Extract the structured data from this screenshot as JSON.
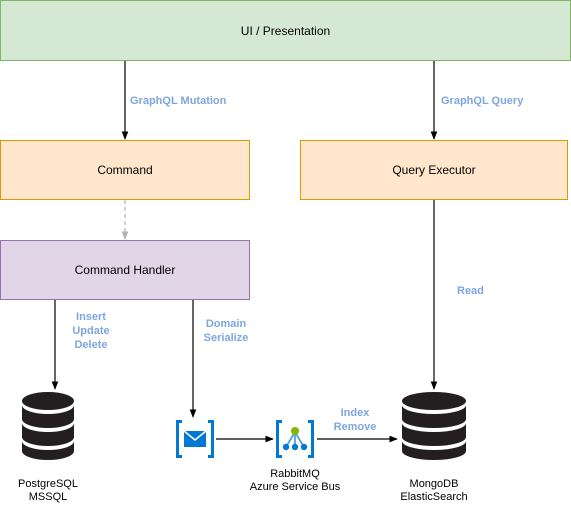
{
  "nodes": {
    "ui": "UI / Presentation",
    "command": "Command",
    "query_executor": "Query Executor",
    "command_handler": "Command Handler"
  },
  "edge_labels": {
    "graphql_mutation": "GraphQL Mutation",
    "graphql_query": "GraphQL Query",
    "read": "Read",
    "write_ops": [
      "Insert",
      "Update",
      "Delete"
    ],
    "domain_serialize": [
      "Domain",
      "Serialize"
    ],
    "index_remove": [
      "Index",
      "Remove"
    ]
  },
  "stores": {
    "sql": [
      "PostgreSQL",
      "MSSQL"
    ],
    "bus": [
      "RabbitMQ",
      "Azure Service Bus"
    ],
    "nosql": [
      "MongoDB",
      "ElasticSearch"
    ]
  },
  "icons": {
    "message": "envelope-icon",
    "bus": "azure-service-bus-icon",
    "database": "database-icon"
  },
  "colors": {
    "ui_fill": "#d5e8d4",
    "command_fill": "#ffe6cc",
    "handler_fill": "#e1d5e7",
    "label_color": "#7ea6e0",
    "azure_blue": "#0078d4"
  }
}
